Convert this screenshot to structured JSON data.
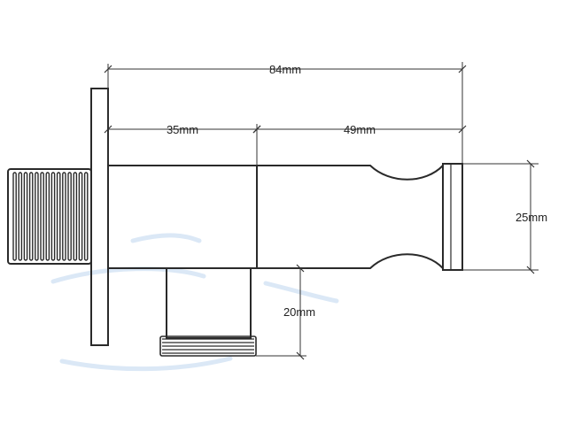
{
  "dimensions": {
    "overall_length": "84mm",
    "body_length": "35mm",
    "holder_length": "49mm",
    "holder_height": "25mm",
    "outlet_height": "20mm"
  },
  "colors": {
    "line": "#2a2a2a",
    "dimension_line": "#333333",
    "watermark": "#dbe8f6"
  }
}
